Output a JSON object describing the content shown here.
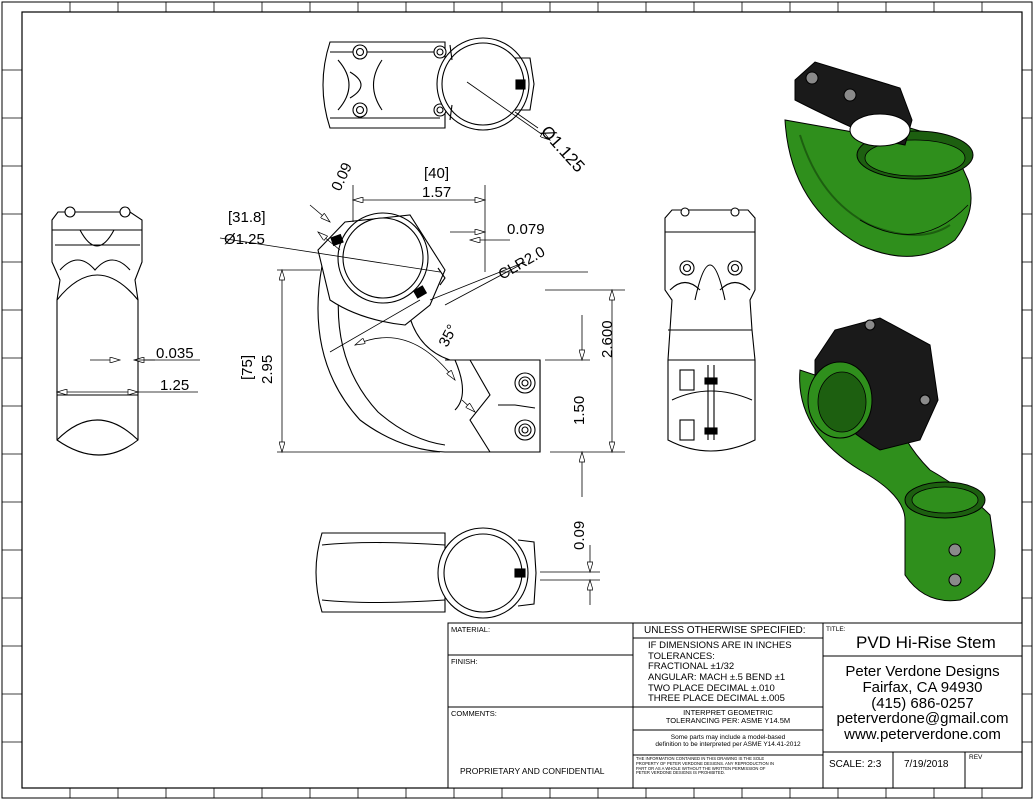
{
  "dimensions": {
    "top_diameter": "Ø1.125",
    "thickness_top": "0.09",
    "length_metric": "[40]",
    "length": "1.57",
    "clamp_metric": "[31.8]",
    "clamp_diameter": "Ø1.25",
    "offset": "0.079",
    "clearance": "CLR2.0",
    "angle": "35°",
    "height_metric": "[75]",
    "height": "2.95",
    "stack": "2.600",
    "steerer_clamp": "1.50",
    "left_offset": "0.035",
    "left_width": "1.25",
    "bottom_gap": "0.09"
  },
  "title_block": {
    "material_label": "MATERIAL:",
    "finish_label": "FINISH:",
    "comments_label": "COMMENTS:",
    "proprietary": "PROPRIETARY AND CONFIDENTIAL",
    "unless_specified": "UNLESS OTHERWISE SPECIFIED:",
    "tolerances": [
      "IF DIMENSIONS ARE IN INCHES",
      "TOLERANCES:",
      "FRACTIONAL    ±1/32",
      "ANGULAR: MACH    ±.5   BEND    ±1",
      "TWO PLACE DECIMAL         ±.010",
      "THREE PLACE DECIMAL         ±.005"
    ],
    "interpret": [
      "INTERPRET GEOMETRIC",
      "TOLERANCING PER: ASME Y14.5M"
    ],
    "model_note": [
      "Some parts may include a model-based",
      "definition to be interpreted per ASME Y14.41-2012"
    ],
    "proprietary_note": [
      "THE INFORMATION CONTAINED IN THIS DRAWING IS THE SOLE",
      "PROPERTY OF PETER VERDONE DESIGNS. ANY REPRODUCTION IN",
      "PART OR AS A WHOLE WITHOUT THE WRITTEN PERMISSION OF",
      "PETER VERDONE DESIGNS IS PROHIBITED."
    ],
    "title_label": "TITLE:",
    "title": "PVD Hi-Rise Stem",
    "company": [
      "Peter Verdone Designs",
      "Fairfax, CA 94930",
      "(415) 686-0257",
      "peterverdone@gmail.com",
      "www.peterverdone.com"
    ],
    "scale": "SCALE: 2:3",
    "date": "7/19/2018",
    "rev_label": "REV"
  },
  "colors": {
    "body_green": "#2f8f1c",
    "dark_green": "#1d5f10",
    "clamp_black": "#1a1a1a"
  }
}
